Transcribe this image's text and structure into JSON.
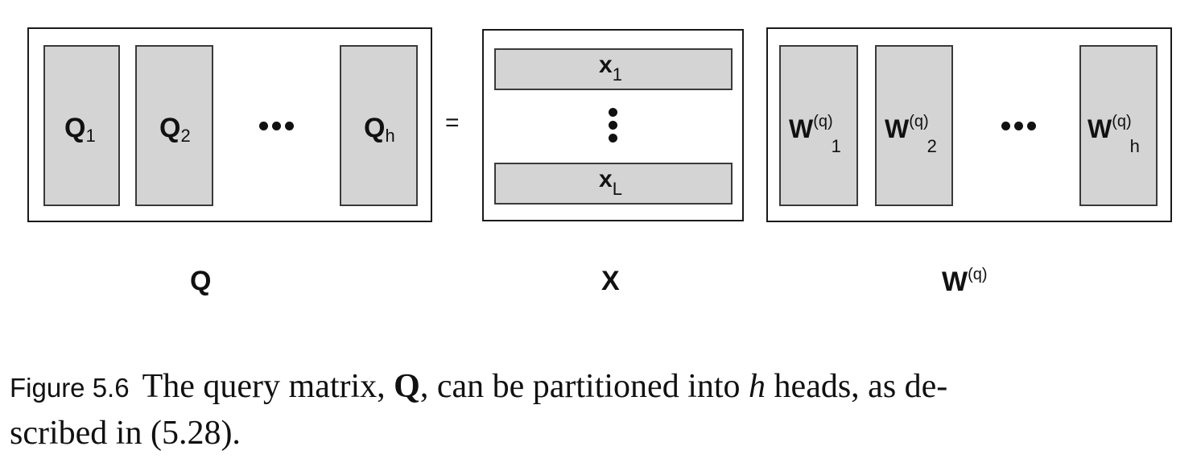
{
  "diagram": {
    "q_blocks": [
      {
        "name": "Q",
        "sub": "1"
      },
      {
        "name": "Q",
        "sub": "2"
      },
      {
        "name": "Q",
        "sub": "h"
      }
    ],
    "equals_sign": "=",
    "x_rows": [
      {
        "name": "x",
        "sub": "1"
      },
      {
        "name": "x",
        "sub": "L"
      }
    ],
    "w_blocks": [
      {
        "name": "W",
        "sup": "(q)",
        "sub": "1"
      },
      {
        "name": "W",
        "sup": "(q)",
        "sub": "2"
      },
      {
        "name": "W",
        "sup": "(q)",
        "sub": "h"
      }
    ],
    "matrix_names": {
      "q": "Q",
      "x": "X",
      "w_base": "W",
      "w_sup": "(q)"
    },
    "colors": {
      "cell_fill": "#d4d4d4",
      "cell_border": "#3a3a3a",
      "outer_border": "#1a1a1a"
    }
  },
  "caption": {
    "label": "Figure 5.6",
    "text_1": "The query matrix, ",
    "bold_q": "Q",
    "text_2": ", can be partitioned into ",
    "italic_h": "h",
    "text_3": " heads, as de-",
    "text_4": "scribed in (5.28)."
  }
}
